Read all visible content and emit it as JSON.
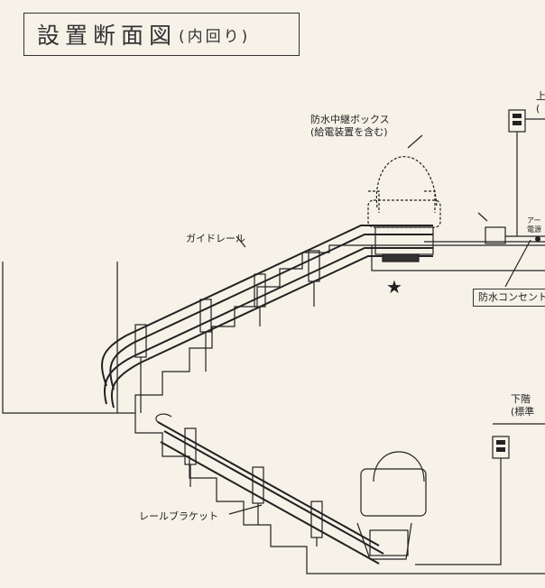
{
  "title": {
    "main": "設置断面図",
    "sub": "(内回り)"
  },
  "labels": {
    "relay_box_line1": "防水中継ボックス",
    "relay_box_line2": "(給電装置を含む)",
    "guide_rail": "ガイドレール",
    "rail_bracket": "レールブラケット",
    "outlet": "防水コンセント",
    "lower_floor_line1": "下階",
    "lower_floor_line2": "(標準",
    "upper_floor_line1": "上",
    "upper_floor_line2": "(",
    "ground_line1": "アー",
    "ground_line2": "電源",
    "star": "★"
  }
}
